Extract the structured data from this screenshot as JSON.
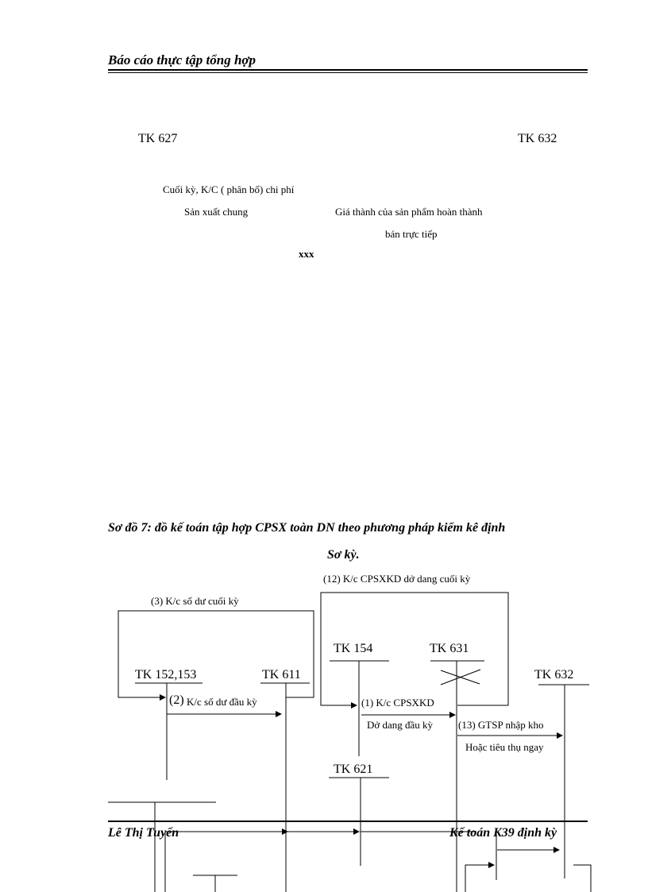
{
  "header": {
    "title": "Báo cáo thực tập tổng hợp"
  },
  "top_diagram": {
    "left_account": "TK 627",
    "right_account": "TK 632",
    "label_line1": "Cuối kỳ, K/C ( phân bổ) chi phí",
    "label_line2": "Sản xuất  chung",
    "label_right_line1": "Giá thành  của sản phẩm hoàn thành",
    "label_right_line2": "bán trực tiếp",
    "xxx": "xxx"
  },
  "caption": {
    "line1": "Sơ đồ 7: đồ kế toán tập hợp CPSX toàn DN theo phương pháp kiểm kê định",
    "line2": "Sơ kỳ."
  },
  "diagram": {
    "accounts": {
      "tk152_153": "TK 152,153",
      "tk611": "TK 611",
      "tk154": "TK 154",
      "tk631": "TK 631",
      "tk632": "TK 632",
      "tk621": "TK 621"
    },
    "labels": {
      "step3": "(3) K/c số dư cuối kỳ",
      "step12": "(12) K/c CPSXKD dở dang cuối kỳ",
      "step2_num": "(2)",
      "step2_text": "K/c số dư đầu kỳ",
      "step1_line1": "(1) K/c CPSXKD",
      "step1_line2": "Dở dang  đầu kỳ",
      "step13_line1": "(13) GTSP nhập kho",
      "step13_line2": "Hoặc tiêu thụ ngay"
    }
  },
  "footer": {
    "author": "Lê Thị Tuyến",
    "class_info": "Kế toán K39 định kỳ"
  }
}
